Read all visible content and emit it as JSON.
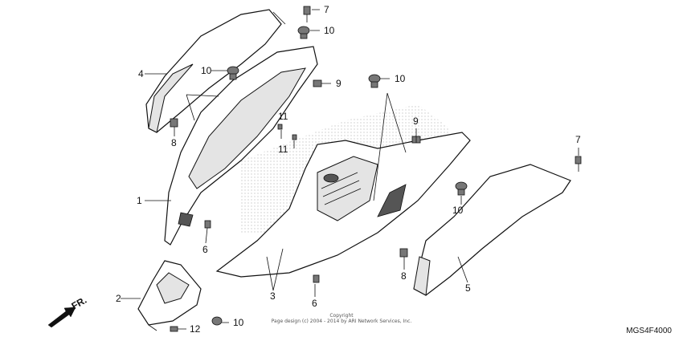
{
  "diagram": {
    "reference_code": "MGS4F4000",
    "copyright_line1": "Copyright",
    "copyright_line2": "Page design (c) 2004 - 2014 by ARI Network Services, Inc.",
    "front_label": "FR.",
    "callouts": [
      "1",
      "2",
      "3",
      "4",
      "5",
      "6",
      "6",
      "7",
      "7",
      "8",
      "8",
      "9",
      "9",
      "10",
      "10",
      "10",
      "10",
      "10",
      "11",
      "11",
      "12"
    ]
  }
}
